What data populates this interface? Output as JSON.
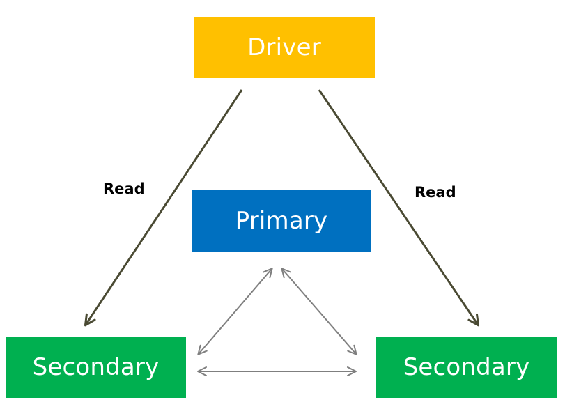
{
  "nodes": {
    "driver": {
      "label": "Driver",
      "color": "#FFC000"
    },
    "primary": {
      "label": "Primary",
      "color": "#0070C0"
    },
    "secondary_left": {
      "label": "Secondary",
      "color": "#00B050"
    },
    "secondary_right": {
      "label": "Secondary",
      "color": "#00B050"
    }
  },
  "edges": {
    "read_left": {
      "label": "Read",
      "color": "#4A4A33"
    },
    "read_right": {
      "label": "Read",
      "color": "#4A4A33"
    },
    "replication_color": "#7F7F7F"
  }
}
